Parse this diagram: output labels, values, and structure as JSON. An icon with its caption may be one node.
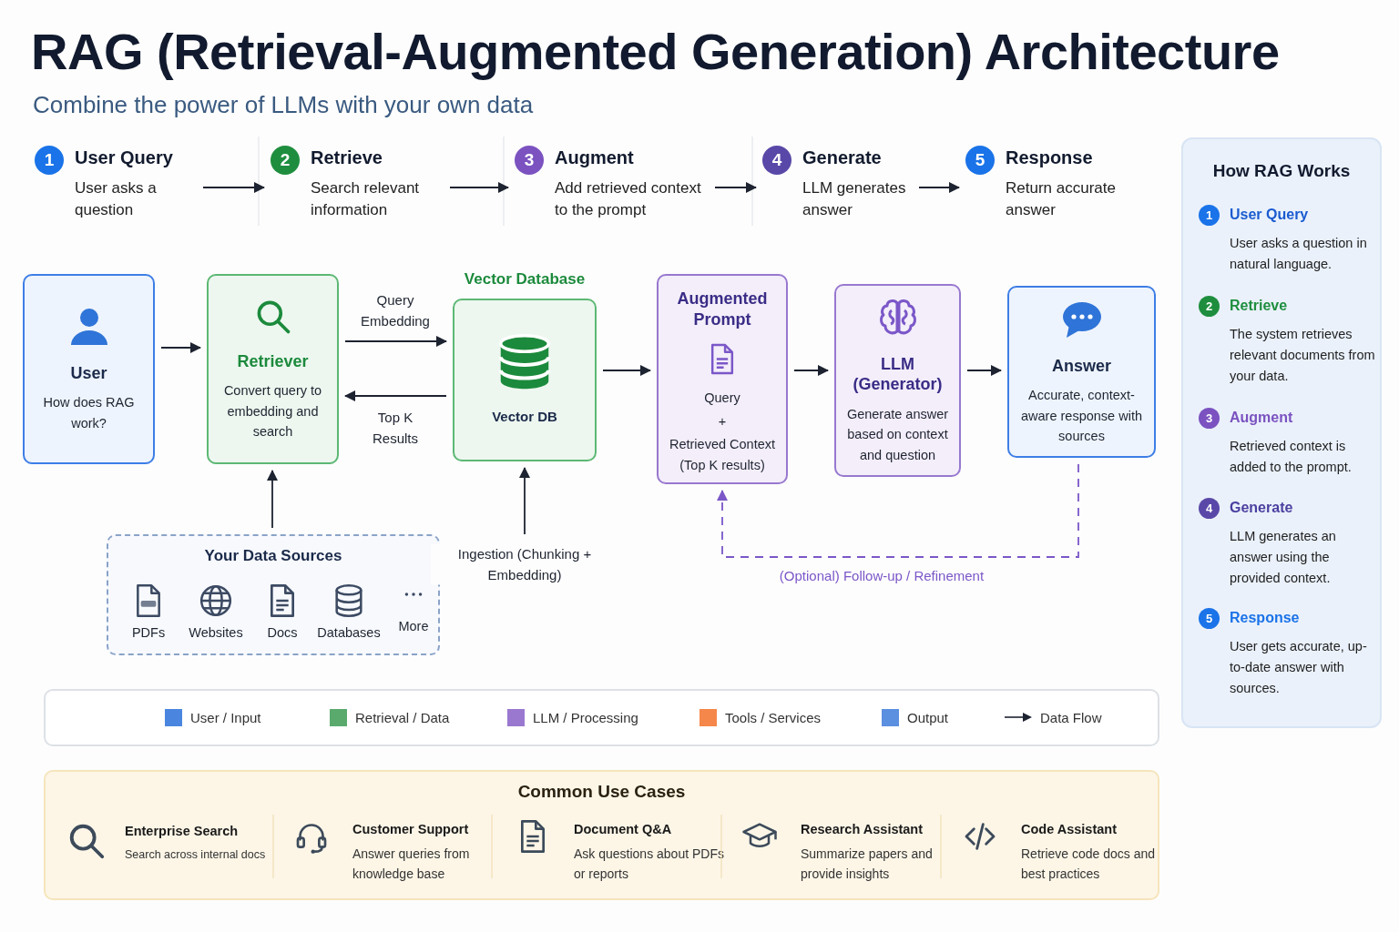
{
  "diagram": {
    "title": "RAG (Retrieval-Augmented Generation) Architecture",
    "nodes": [
      {
        "text": [
          "1",
          "User Query",
          "User asks a question"
        ]
      },
      {
        "text": [
          "2",
          "Retrieve",
          "Search relevant information"
        ]
      },
      {
        "text": [
          "3",
          "Augment",
          "Add retrieved context to the prompt"
        ]
      },
      {
        "text": [
          "4",
          "Generate",
          "LLM generates answer"
        ]
      },
      {
        "text": [
          "5",
          "Response",
          "Return accurate answer"
        ]
      },
      {
        "text": [
          "User",
          "How does RAG work?"
        ]
      },
      {
        "text": [
          "Retriever",
          "Convert query to embedding and search"
        ]
      },
      {
        "text": [
          "Vector Database",
          "Vector DB"
        ]
      },
      {
        "text": [
          "Augmented Prompt",
          "Query",
          "+",
          "Retrieved Context (Top K results)"
        ]
      },
      {
        "text": [
          "LLM (Generator)",
          "Generate answer based on context and question"
        ]
      },
      {
        "text": [
          "Answer",
          "Accurate, context-aware response with sources"
        ]
      },
      {
        "text": [
          "Your Data Sources"
        ]
      },
      {
        "text": [
          "PDFs"
        ],
        "in": 11
      },
      {
        "text": [
          "Websites"
        ],
        "in": 11
      },
      {
        "text": [
          "Docs"
        ],
        "in": 11
      },
      {
        "text": [
          "Databases"
        ],
        "in": 11
      },
      {
        "text": [
          "More"
        ],
        "in": 11
      },
      {
        "text": [
          "How RAG Works"
        ]
      },
      {
        "text": [
          "1",
          "User Query",
          "User asks a question in natural language."
        ],
        "in": 17
      },
      {
        "text": [
          "2",
          "Retrieve",
          "The system retrieves relevant documents from your data."
        ],
        "in": 17
      },
      {
        "text": [
          "3",
          "Augment",
          "Retrieved context is added to the prompt."
        ],
        "in": 17
      },
      {
        "text": [
          "4",
          "Generate",
          "LLM generates an answer using the provided context."
        ],
        "in": 17
      },
      {
        "text": [
          "5",
          "Response",
          "User gets accurate, up-to-date answer with sources."
        ],
        "in": 17
      },
      {
        "text": [
          "Common Use Cases"
        ]
      },
      {
        "text": [
          "Enterprise Search",
          "Search across internal docs"
        ],
        "in": 23
      },
      {
        "text": [
          "Customer Support",
          "Answer queries from knowledge base"
        ],
        "in": 23
      },
      {
        "text": [
          "Document Q&A",
          "Ask questions about PDFs or reports"
        ],
        "in": 23
      },
      {
        "text": [
          "Research Assistant",
          "Summarize papers and provide insights"
        ],
        "in": 23
      },
      {
        "text": [
          "Code Assistant",
          "Retrieve code docs and best practices"
        ],
        "in": 23
      }
    ],
    "edges": [
      {
        "from": 0,
        "to": 1,
        "arrow": "to"
      },
      {
        "from": 1,
        "to": 2,
        "arrow": "to"
      },
      {
        "from": 2,
        "to": 3,
        "arrow": "to"
      },
      {
        "from": 3,
        "to": 4,
        "arrow": "to"
      },
      {
        "from": 5,
        "to": 6,
        "arrow": "to"
      },
      {
        "from": 6,
        "to": 7,
        "arrow": "to",
        "label": "Query Embedding"
      },
      {
        "from": 7,
        "to": 6,
        "arrow": "to",
        "label": "Top K Results"
      },
      {
        "from": 7,
        "to": 8,
        "arrow": "to"
      },
      {
        "from": 8,
        "to": 9,
        "arrow": "to"
      },
      {
        "from": 9,
        "to": 10,
        "arrow": "to"
      },
      {
        "from": 11,
        "to": 6,
        "arrow": "to"
      },
      {
        "from": null,
        "to": 7,
        "arrow": "to",
        "label": "Ingestion (Chunking + Embedding)"
      },
      {
        "from": 10,
        "to": 8,
        "arrow": "to",
        "label": "(Optional) Follow-up / Refinement",
        "style": "dashed",
        "color": "#7b57c8"
      }
    ],
    "labels": [
      "Combine the power of LLMs with your own data"
    ],
    "legend": [
      {
        "text": "User / Input",
        "color": "#4a86e0"
      },
      {
        "text": "Retrieval / Data",
        "color": "#5aaa6e"
      },
      {
        "text": "LLM / Processing",
        "color": "#9a78d0"
      },
      {
        "text": "Tools / Services",
        "color": "#f5874a"
      },
      {
        "text": "Output",
        "color": "#5b8fe0"
      },
      {
        "text": "Data Flow"
      }
    ]
  }
}
